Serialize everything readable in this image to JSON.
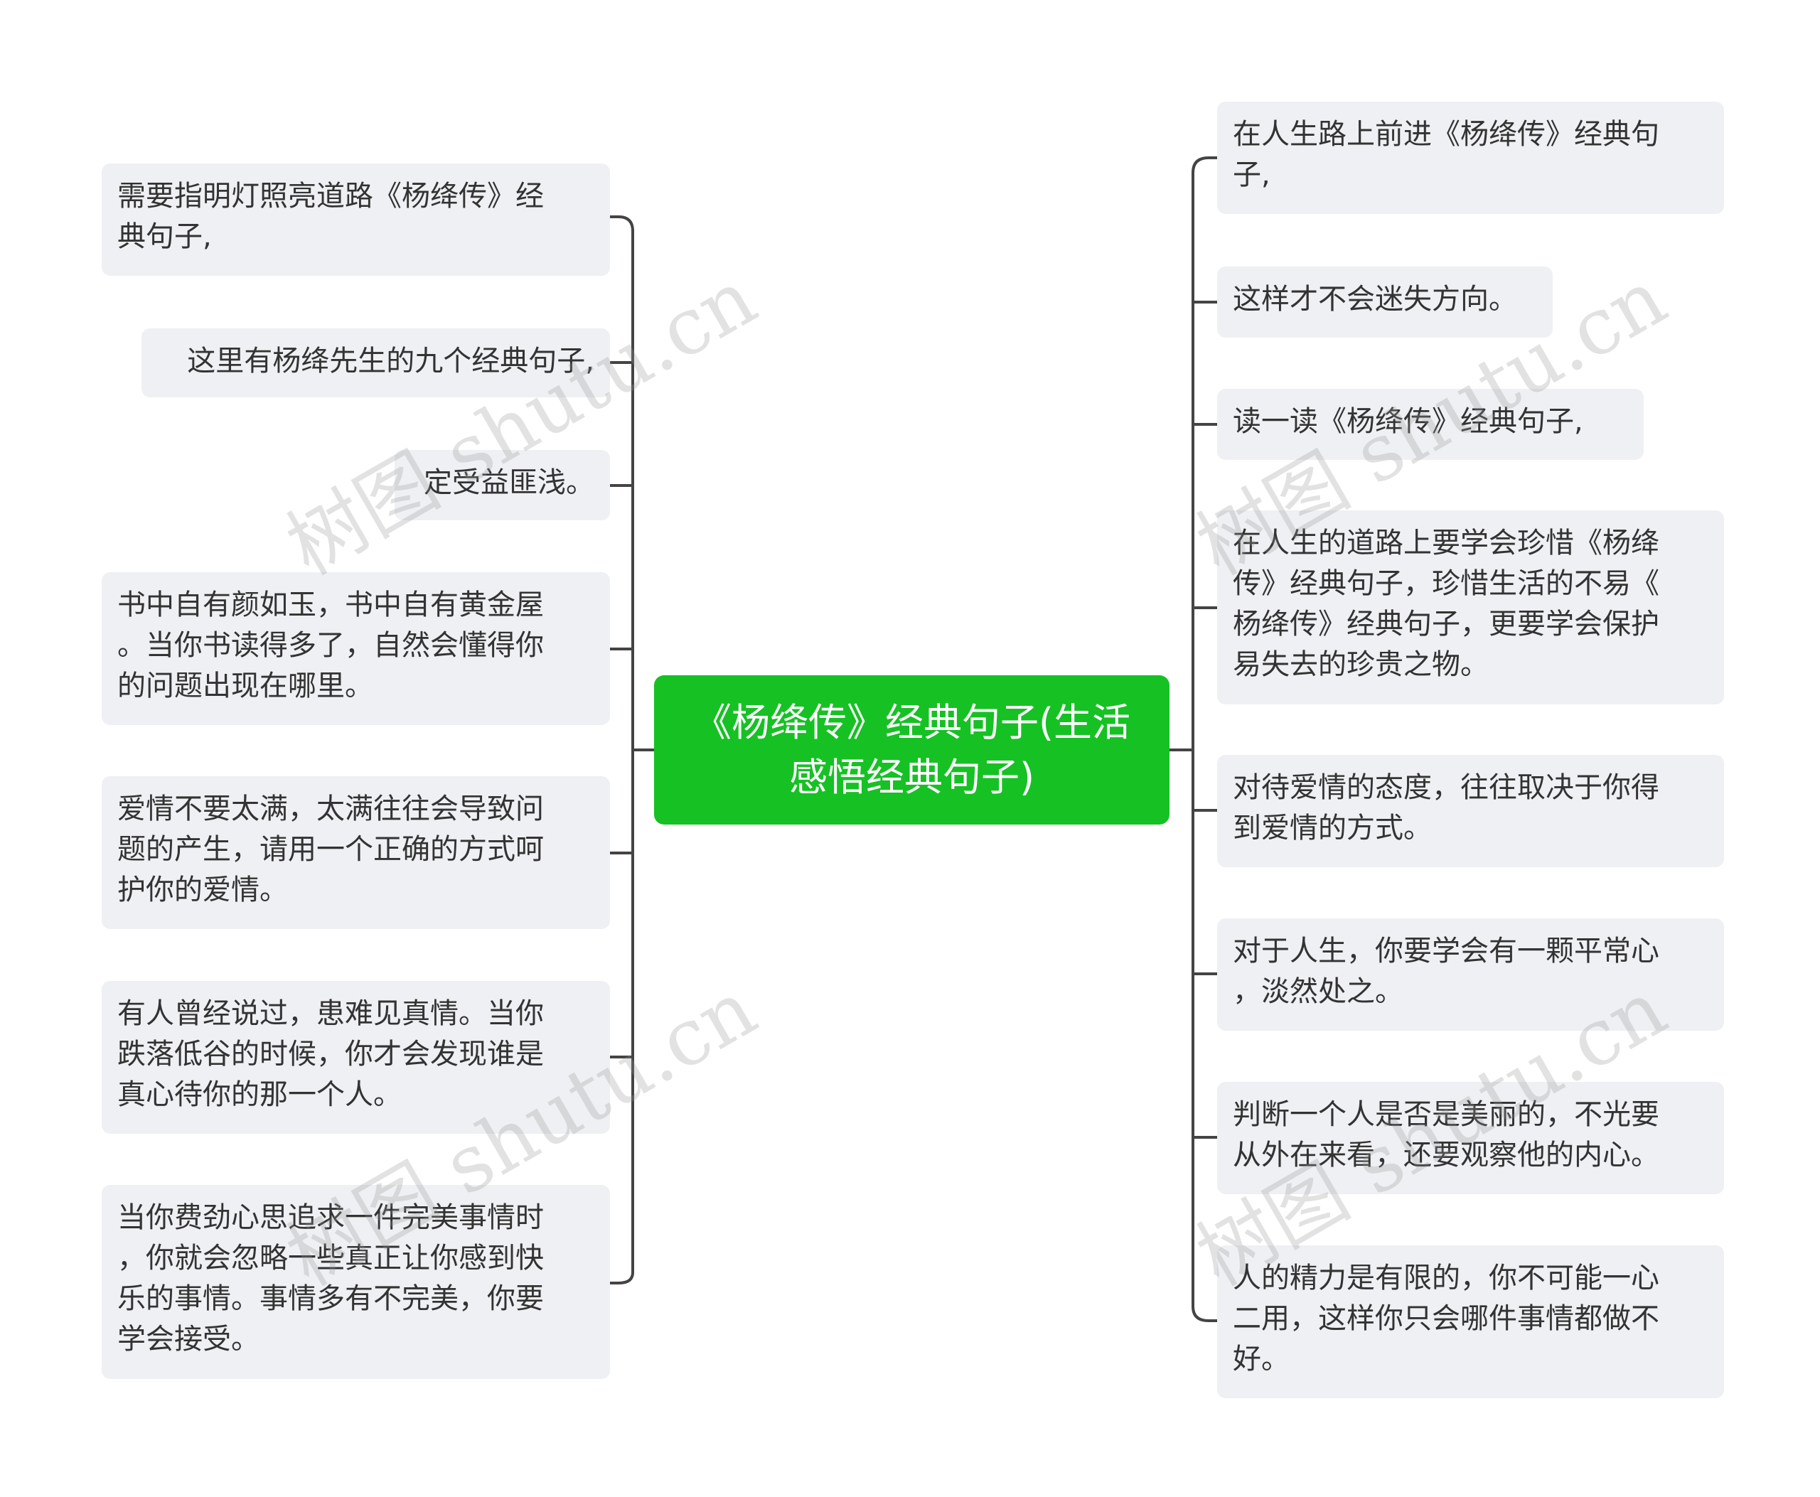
{
  "center": {
    "title": "《杨绛传》经典句子(生活\n感悟经典句子)"
  },
  "left_nodes": [
    "需要指明灯照亮道路《杨绛传》经\n典句子,",
    "这里有杨绛先生的九个经典句子,",
    "定受益匪浅。",
    "书中自有颜如玉，书中自有黄金屋\n。当你书读得多了，自然会懂得你\n的问题出现在哪里。",
    "爱情不要太满，太满往往会导致问\n题的产生，请用一个正确的方式呵\n护你的爱情。",
    "有人曾经说过，患难见真情。当你\n跌落低谷的时候，你才会发现谁是\n真心待你的那一个人。",
    "当你费劲心思追求一件完美事情时\n，你就会忽略一些真正让你感到快\n乐的事情。事情多有不完美，你要\n学会接受。"
  ],
  "right_nodes": [
    "在人生路上前进《杨绛传》经典句\n子,",
    "这样才不会迷失方向。",
    "读一读《杨绛传》经典句子,",
    "在人生的道路上要学会珍惜《杨绛\n传》经典句子，珍惜生活的不易《\n杨绛传》经典句子，更要学会保护\n易失去的珍贵之物。",
    "对待爱情的态度，往往取决于你得\n到爱情的方式。",
    "对于人生，你要学会有一颗平常心\n，淡然处之。",
    "判断一个人是否是美丽的，不光要\n从外在来看，还要观察他的内心。",
    "人的精力是有限的，你不可能一心\n二用，这样你只会哪件事情都做不\n好。"
  ],
  "watermark": "树图 shutu.cn",
  "colors": {
    "center_bg": "#16c124",
    "node_bg": "#eef0f3",
    "line": "#444444"
  }
}
